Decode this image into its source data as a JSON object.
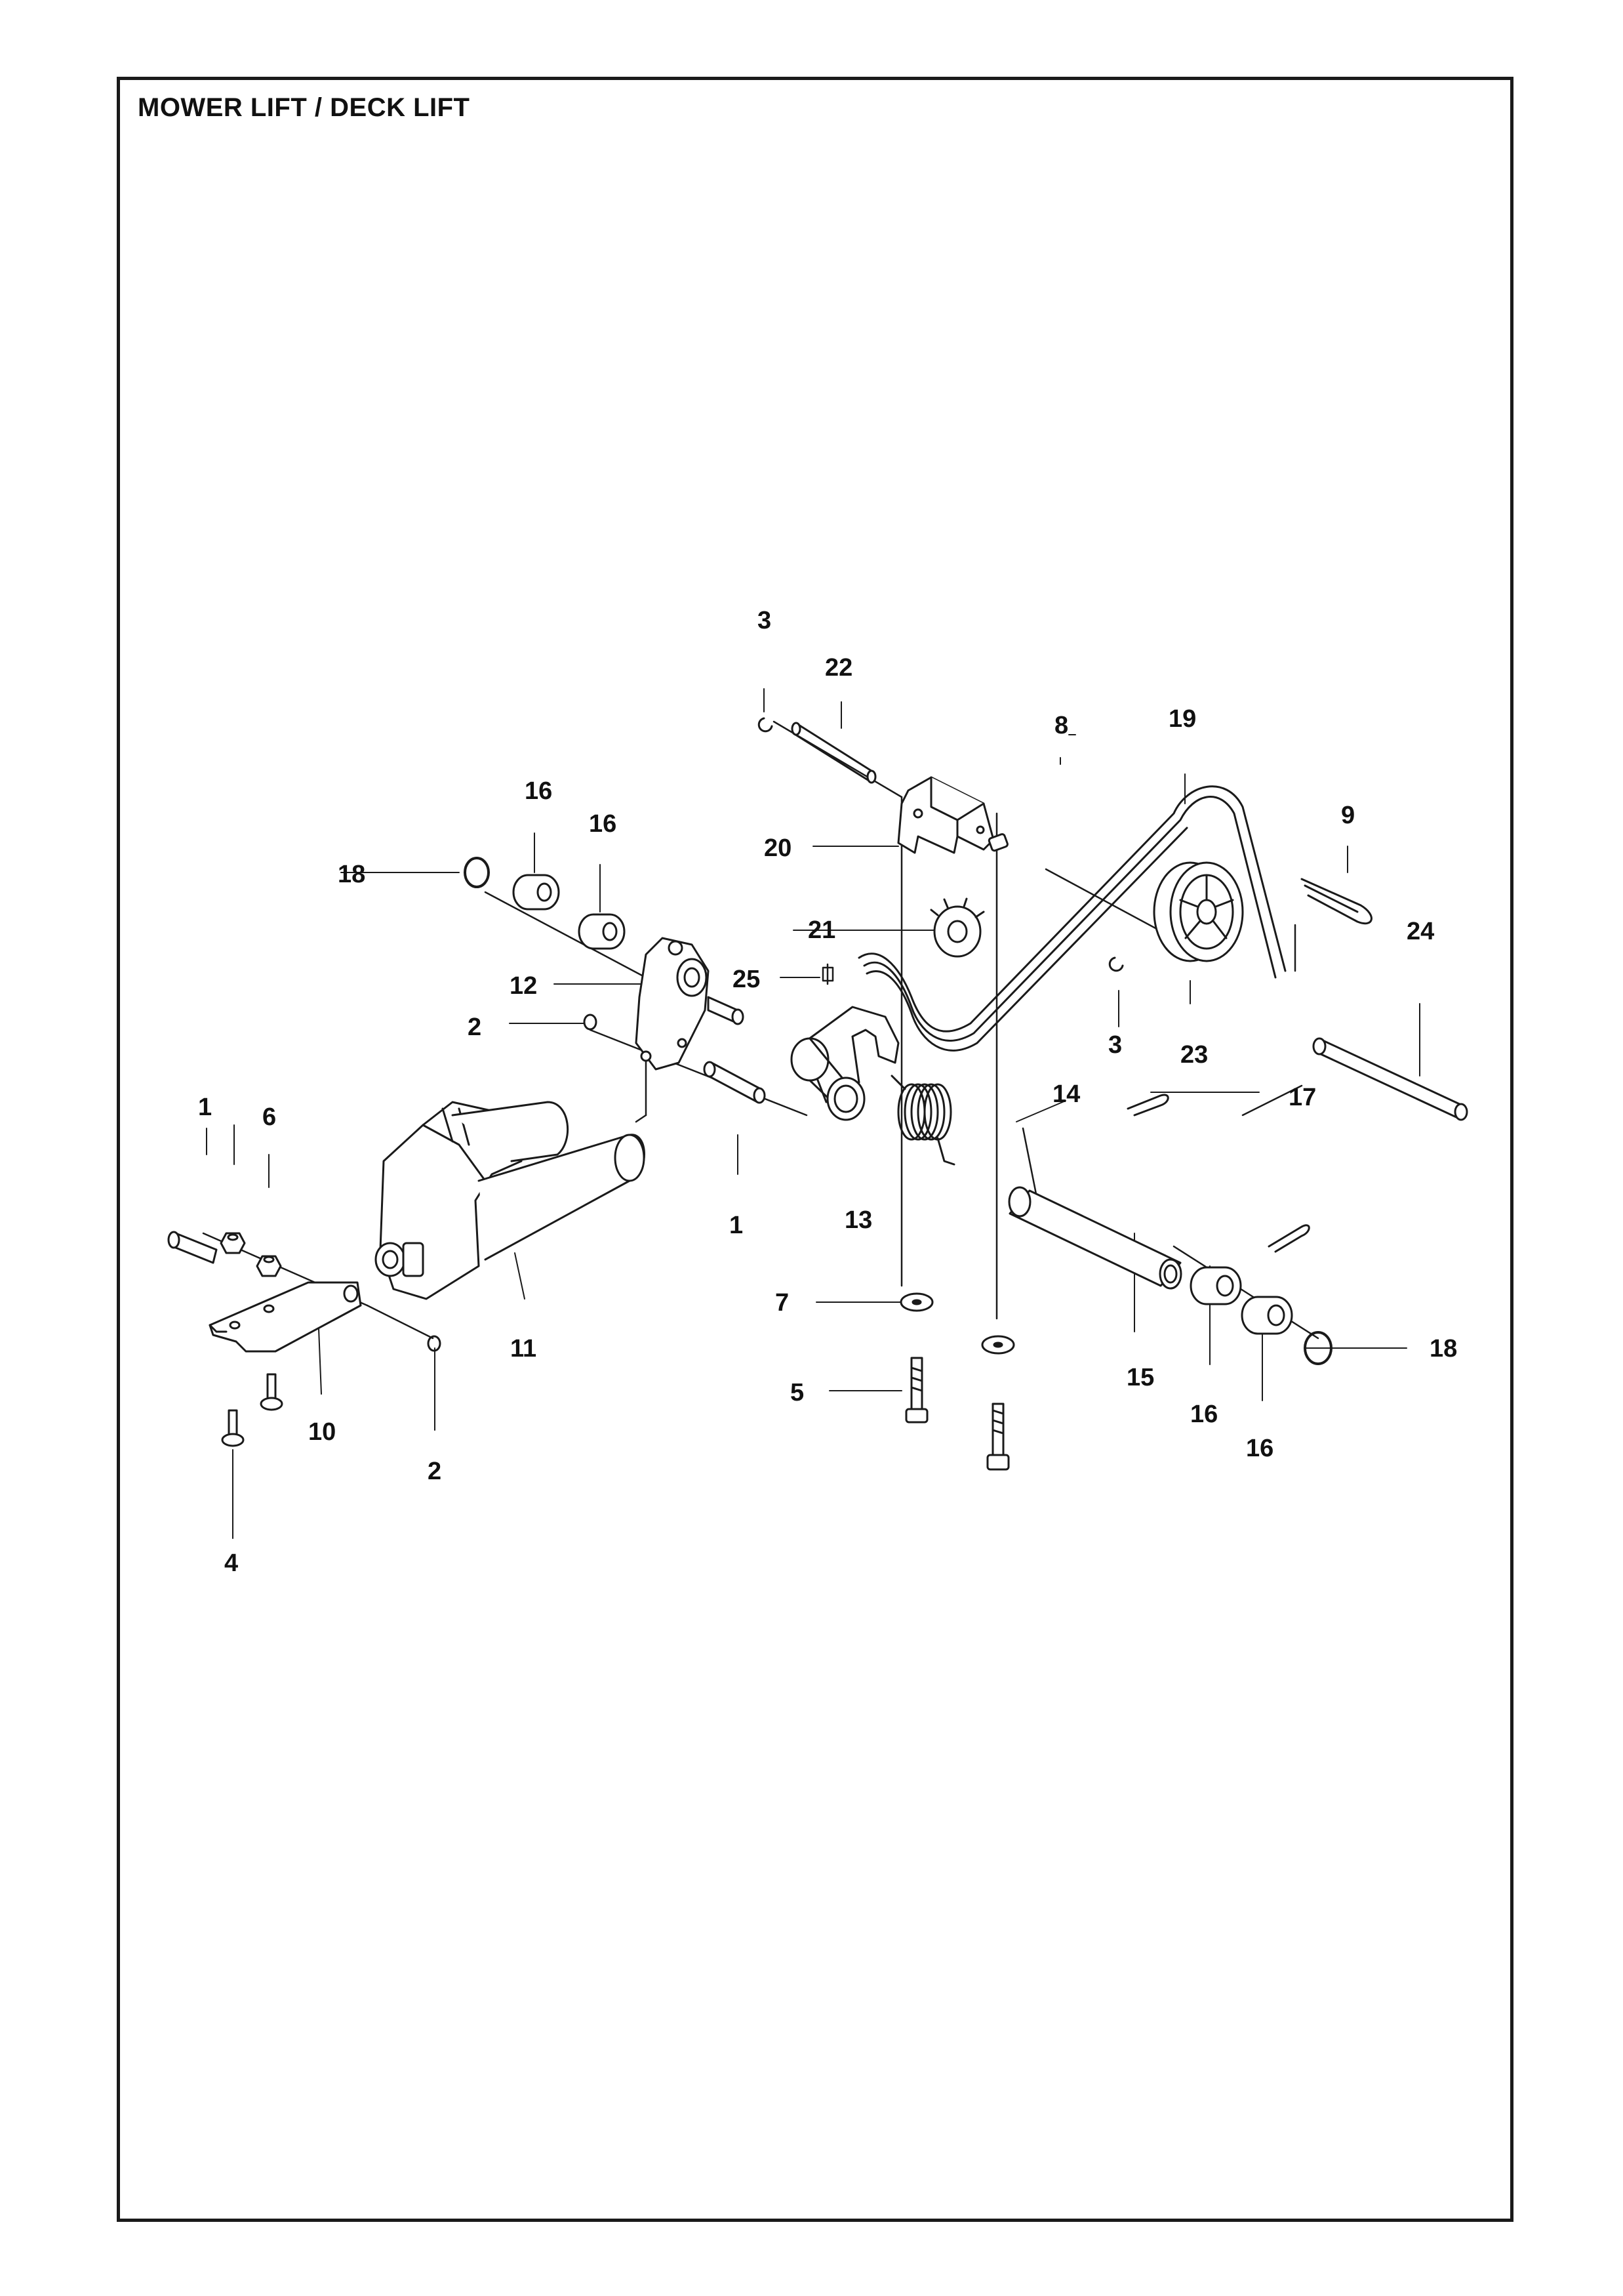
{
  "title": "MOWER LIFT / DECK LIFT",
  "callouts": {
    "c1a": "1",
    "c1b": "1",
    "c2a": "2",
    "c2b": "2",
    "c3a": "3",
    "c3b": "3",
    "c4": "4",
    "c5": "5",
    "c6": "6",
    "c7": "7",
    "c8": "8",
    "c9": "9",
    "c10": "10",
    "c11": "11",
    "c12": "12",
    "c13": "13",
    "c14": "14",
    "c15": "15",
    "c16a": "16",
    "c16b": "16",
    "c16c": "16",
    "c16d": "16",
    "c17": "17",
    "c18a": "18",
    "c18b": "18",
    "c19": "19",
    "c20": "20",
    "c21": "21",
    "c22": "22",
    "c23": "23",
    "c24": "24",
    "c25": "25"
  },
  "colors": {
    "line": "#1a1a1a",
    "fill": "#f2f2f2",
    "shade": "#cfcfcf"
  }
}
